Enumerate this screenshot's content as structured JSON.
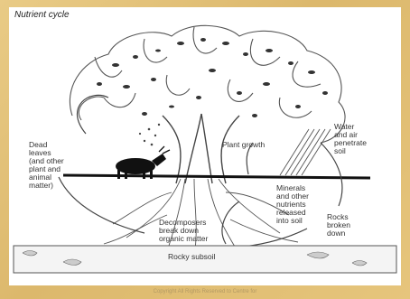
{
  "title": "Nutrient cycle",
  "labels": {
    "water": [
      "Water",
      "and air",
      "penetrate",
      "soil"
    ],
    "dead_leaves": [
      "Dead",
      "leaves",
      "(and other",
      "plant and",
      "animal",
      "matter)"
    ],
    "plant_growth": [
      "Plant growth"
    ],
    "minerals": [
      "Minerals",
      "and other",
      "nutrients",
      "released",
      "into soil"
    ],
    "rocks": [
      "Rocks",
      "broken",
      "down"
    ],
    "decomposers": [
      "Decomposers",
      "break down",
      "organic matter"
    ],
    "rocky_subsoil": [
      "Rocky subsoil"
    ]
  },
  "copyright": "Copyright All Rights Reserved to Centre for"
}
